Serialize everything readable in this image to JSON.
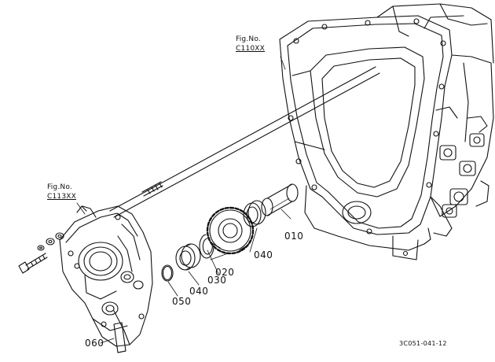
{
  "figure_refs": [
    {
      "label": "Fig.No.",
      "code": "C110XX"
    },
    {
      "label": "Fig.No.",
      "code": "C113XX"
    }
  ],
  "parts": [
    "010",
    "020",
    "030",
    "040",
    "040",
    "050",
    "060"
  ],
  "drawing_code": "3C051-041-12"
}
